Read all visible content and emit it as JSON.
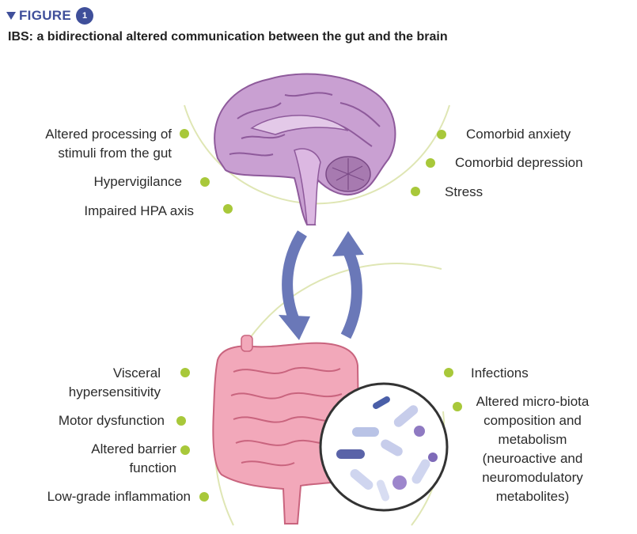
{
  "header": {
    "label": "FIGURE",
    "number": "1"
  },
  "title": "IBS: a bidirectional altered communication between the gut and the brain",
  "brain_factors": {
    "left": [
      "Altered processing of stimuli from the gut",
      "Hypervigilance",
      "Impaired HPA axis"
    ],
    "right": [
      "Comorbid anxiety",
      "Comorbid depression",
      "Stress"
    ]
  },
  "gut_factors": {
    "left": [
      "Visceral hypersensitivity",
      "Motor dysfunction",
      "Altered barrier function",
      "Low-grade inflammation"
    ],
    "right": [
      "Infections",
      "Altered micro-biota composition and metabolism (neuroactive and neuromodulatory metabolites)"
    ]
  },
  "colors": {
    "accent": "#3f4f9a",
    "dot": "#a8c83a",
    "arc": "#dfe6b4",
    "brain": "#b07fb9",
    "gut": "#e98aa3",
    "arrow": "#6a78b8"
  },
  "icons": [
    "brain-illustration",
    "intestine-illustration",
    "microbiota-magnifier",
    "bidirectional-arrows"
  ]
}
